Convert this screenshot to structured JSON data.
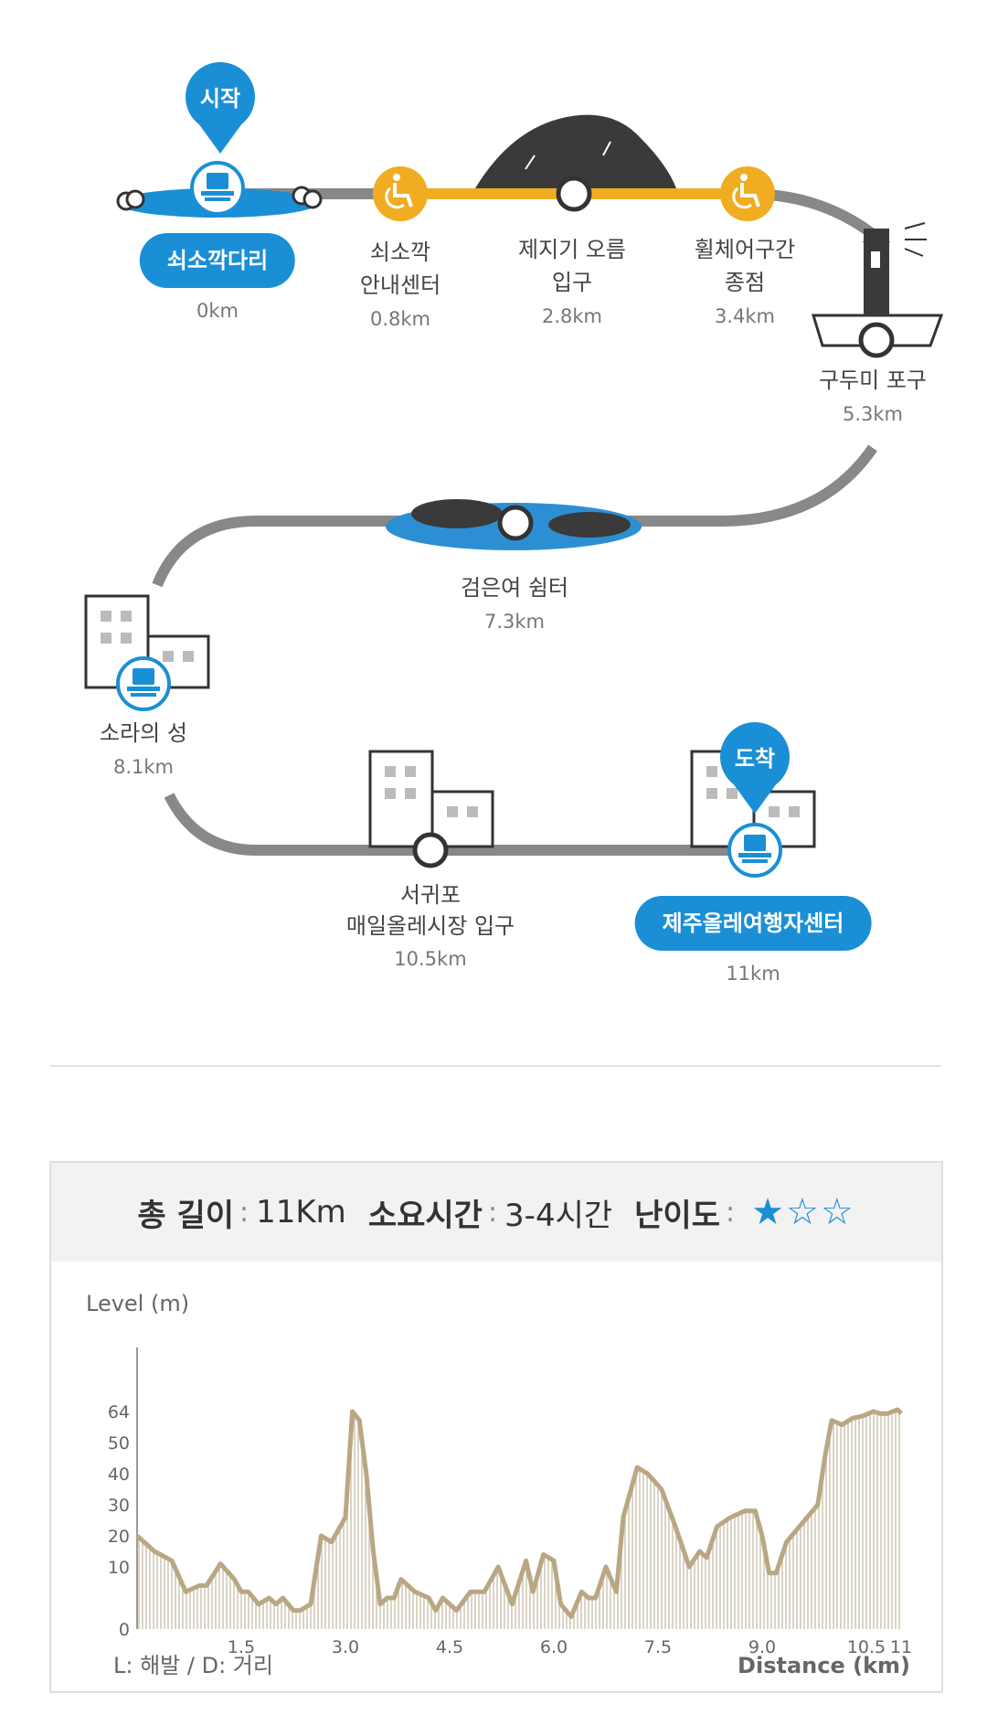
{
  "start_badge": "시작",
  "end_badge": "도착",
  "stops": [
    {
      "name": "쇠소깍다리",
      "dist": "0km"
    },
    {
      "name": "쇠소깍\n안내센터",
      "dist": "0.8km"
    },
    {
      "name": "제지기 오름\n입구",
      "dist": "2.8km"
    },
    {
      "name": "휠체어구간\n종점",
      "dist": "3.4km"
    },
    {
      "name": "구두미 포구",
      "dist": "5.3km"
    },
    {
      "name": "검은여 쉼터",
      "dist": "7.3km"
    },
    {
      "name": "소라의 성",
      "dist": "8.1km"
    },
    {
      "name": "서귀포\n매일올레시장 입구",
      "dist": "10.5km"
    },
    {
      "name": "제주올레여행자센터",
      "dist": "11km"
    }
  ],
  "summary": {
    "length_label": "총 길이",
    "length_value": "11Km",
    "time_label": "소요시간",
    "time_value": "3-4시간",
    "difficulty_label": "난이도",
    "difficulty_stars": "★☆☆",
    "difficulty_value": 1,
    "difficulty_max": 3
  },
  "colors": {
    "accent": "#1a8fd6",
    "wheelchair": "#f0ad22",
    "route": "#888888",
    "elevation": "#b9a784"
  },
  "chart_data": {
    "type": "area",
    "ylabel": "Level (m)",
    "xlabel": "Distance (km)",
    "legend_note": "L: 해발 / D: 거리",
    "xlim": [
      0,
      11
    ],
    "y_ticks": [
      0,
      10,
      20,
      30,
      40,
      50,
      64
    ],
    "x_ticks": [
      "1.5",
      "3.0",
      "4.5",
      "6.0",
      "7.5",
      "9.0",
      "10.5",
      "11"
    ],
    "x_tick_values": [
      1.5,
      3.0,
      4.5,
      6.0,
      7.5,
      9.0,
      10.5,
      11
    ],
    "series": [
      {
        "x": [
          0,
          0.25,
          0.5,
          0.7,
          0.9,
          1.0,
          1.2,
          1.4,
          1.5,
          1.6,
          1.75,
          1.9,
          2.0,
          2.1,
          2.25,
          2.35,
          2.5,
          2.65,
          2.8,
          2.9,
          3.0,
          3.1,
          3.2,
          3.3,
          3.4,
          3.5,
          3.6,
          3.7,
          3.8,
          4.0,
          4.2,
          4.3,
          4.4,
          4.6,
          4.8,
          5.0,
          5.2,
          5.4,
          5.6,
          5.7,
          5.85,
          6.0,
          6.1,
          6.25,
          6.4,
          6.5,
          6.6,
          6.75,
          6.9,
          7.0,
          7.2,
          7.35,
          7.55,
          7.75,
          7.95,
          8.1,
          8.2,
          8.35,
          8.55,
          8.75,
          8.9,
          9.0,
          9.1,
          9.2,
          9.35,
          9.5,
          9.65,
          9.8,
          9.9,
          10.0,
          10.15,
          10.3,
          10.45,
          10.6,
          10.7,
          10.8,
          10.95,
          11.0
        ],
        "y": [
          20,
          15,
          12,
          6,
          7,
          7,
          11,
          8,
          6,
          6,
          4,
          5,
          4,
          5,
          3,
          3,
          4,
          20,
          18,
          22,
          26,
          64,
          60,
          40,
          15,
          4,
          5,
          5,
          8,
          6,
          5,
          3,
          5,
          3,
          6,
          6,
          10,
          4,
          12,
          6,
          14,
          12,
          4,
          2,
          6,
          5,
          5,
          10,
          6,
          26,
          42,
          40,
          35,
          23,
          10,
          15,
          13,
          23,
          26,
          28,
          28,
          20,
          9,
          9,
          18,
          22,
          26,
          30,
          45,
          60,
          58,
          61,
          62,
          64,
          63,
          63,
          65,
          63
        ]
      }
    ]
  }
}
